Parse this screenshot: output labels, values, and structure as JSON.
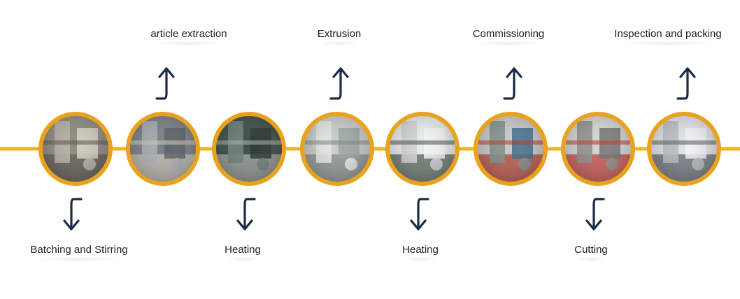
{
  "colors": {
    "line": "#F0B323",
    "ring": "#E9A21E",
    "arrow": "#1C2A47"
  },
  "steps": [
    {
      "label": "Batching and Stirring",
      "position": "below",
      "photo": "factory-silos-photo"
    },
    {
      "label": "article extraction",
      "position": "above",
      "photo": "extruder-machine-photo"
    },
    {
      "label": "Heating",
      "position": "below",
      "photo": "motor-gearbox-photo"
    },
    {
      "label": "Extrusion",
      "position": "above",
      "photo": "calender-rollers-photo"
    },
    {
      "label": "Heating",
      "position": "below",
      "photo": "cooling-conveyor-photo"
    },
    {
      "label": "Commissioning",
      "position": "above",
      "photo": "control-panel-photo"
    },
    {
      "label": "Cutting",
      "position": "below",
      "photo": "cutting-machine-photo"
    },
    {
      "label": "Inspection and packing",
      "position": "above",
      "photo": "finished-sheets-photo"
    }
  ]
}
